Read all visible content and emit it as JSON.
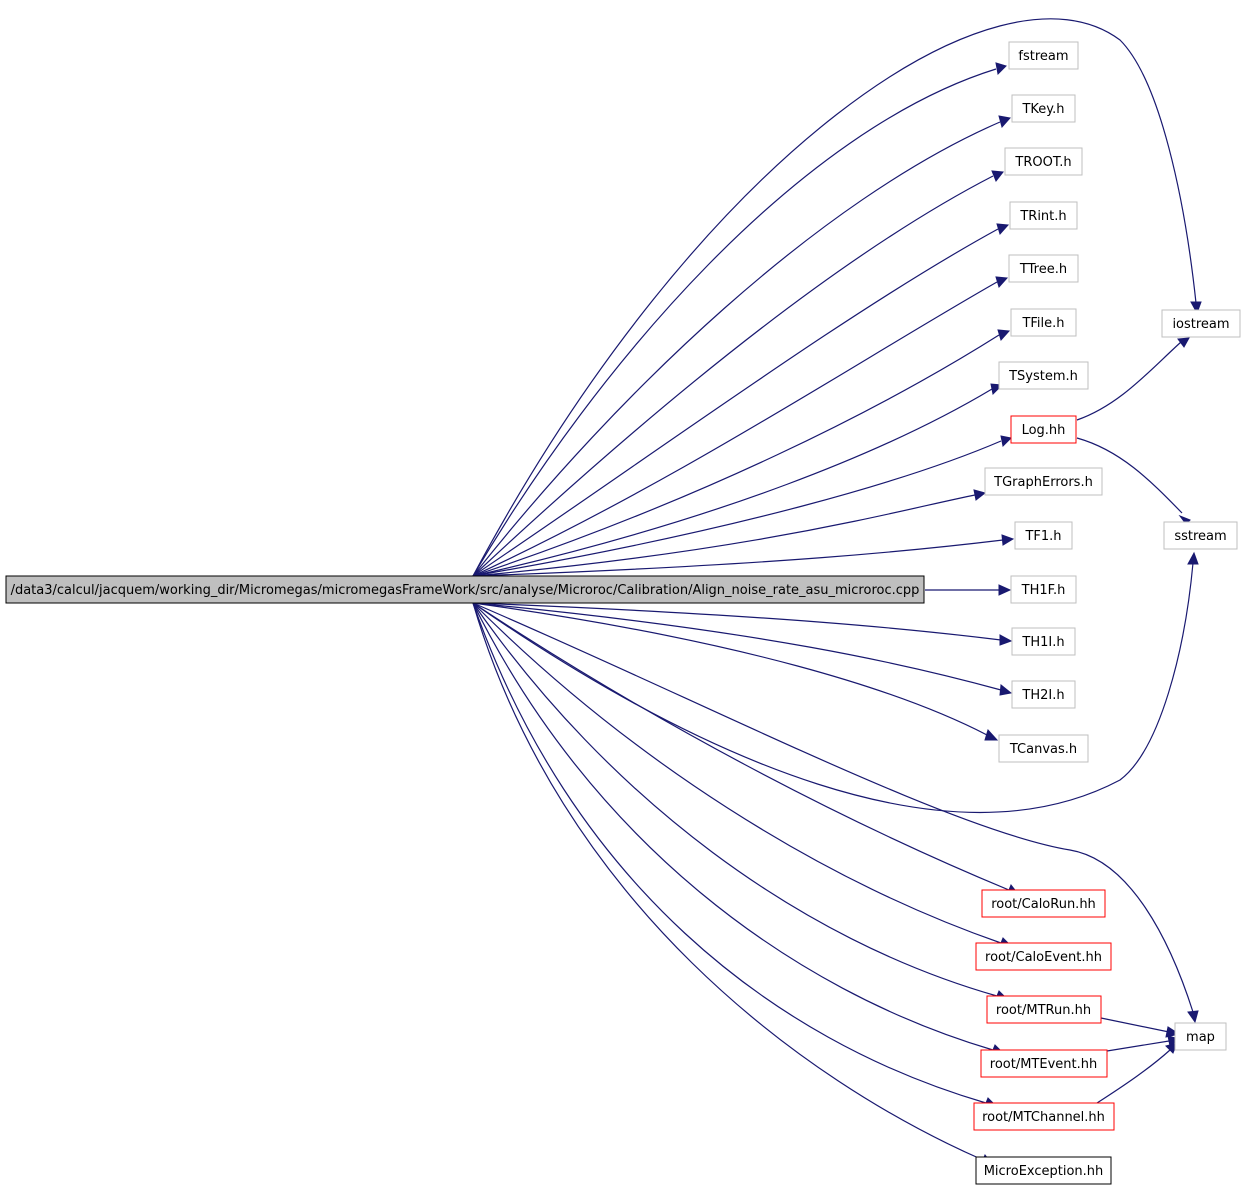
{
  "graph": {
    "edge_color": "#191970",
    "root": {
      "label": "/data3/calcul/jacquem/working_dir/Micromegas/micromegasFrameWork/src/analyse/Microroc/Calibration/Align_noise_rate_asu_microroc.cpp",
      "fill": "#bfbfbf"
    },
    "nodes": {
      "fstream": "fstream",
      "tkey": "TKey.h",
      "troot": "TROOT.h",
      "trint": "TRint.h",
      "ttree": "TTree.h",
      "tfile": "TFile.h",
      "tsystem": "TSystem.h",
      "log": "Log.hh",
      "tgrapherrors": "TGraphErrors.h",
      "tf1": "TF1.h",
      "th1f": "TH1F.h",
      "th1i": "TH1I.h",
      "th2i": "TH2I.h",
      "tcanvas": "TCanvas.h",
      "calorun": "root/CaloRun.hh",
      "caloevent": "root/CaloEvent.hh",
      "mtrun": "root/MTRun.hh",
      "mtevent": "root/MTEvent.hh",
      "mtchannel": "root/MTChannel.hh",
      "microexception": "MicroException.hh",
      "iostream": "iostream",
      "sstream": "sstream",
      "map": "map"
    },
    "border_colors": {
      "no_doc": "#bfbfbf",
      "documented": "#ff0000",
      "no_children": "#000000"
    }
  }
}
